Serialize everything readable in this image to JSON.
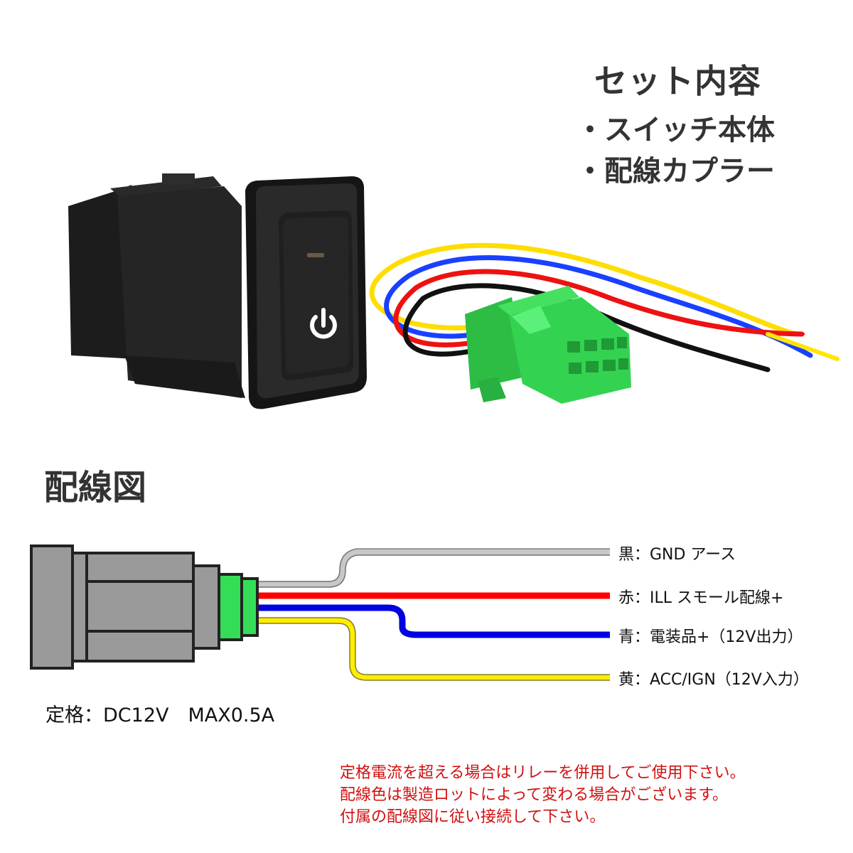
{
  "set_contents": {
    "title": "セット内容",
    "items": [
      "・スイッチ本体",
      "・配線カプラー"
    ]
  },
  "wiring_diagram": {
    "title": "配線図",
    "wires": [
      {
        "label": "黒：GND アース",
        "color": "#c8c8c8"
      },
      {
        "label": "赤：ILL スモール配線+",
        "color": "#ff0000"
      },
      {
        "label": "青：電装品+（12V出力）",
        "color": "#0000e0"
      },
      {
        "label": "黄：ACC/IGN（12V入力）",
        "color": "#ffee00"
      }
    ],
    "rating": "定格：DC12V　MAX0.5A"
  },
  "notes": [
    "定格電流を超える場合はリレーを併用してご使用下さい。",
    "配線色は製造ロットによって変わる場合がございます。",
    "付属の配線図に従い接続して下さい。"
  ],
  "colors": {
    "connector_green": "#33dd55",
    "switch_body": "#222222",
    "diagram_body": "#999999",
    "note_text": "#d01010"
  },
  "icons": {
    "power": "power-icon"
  }
}
